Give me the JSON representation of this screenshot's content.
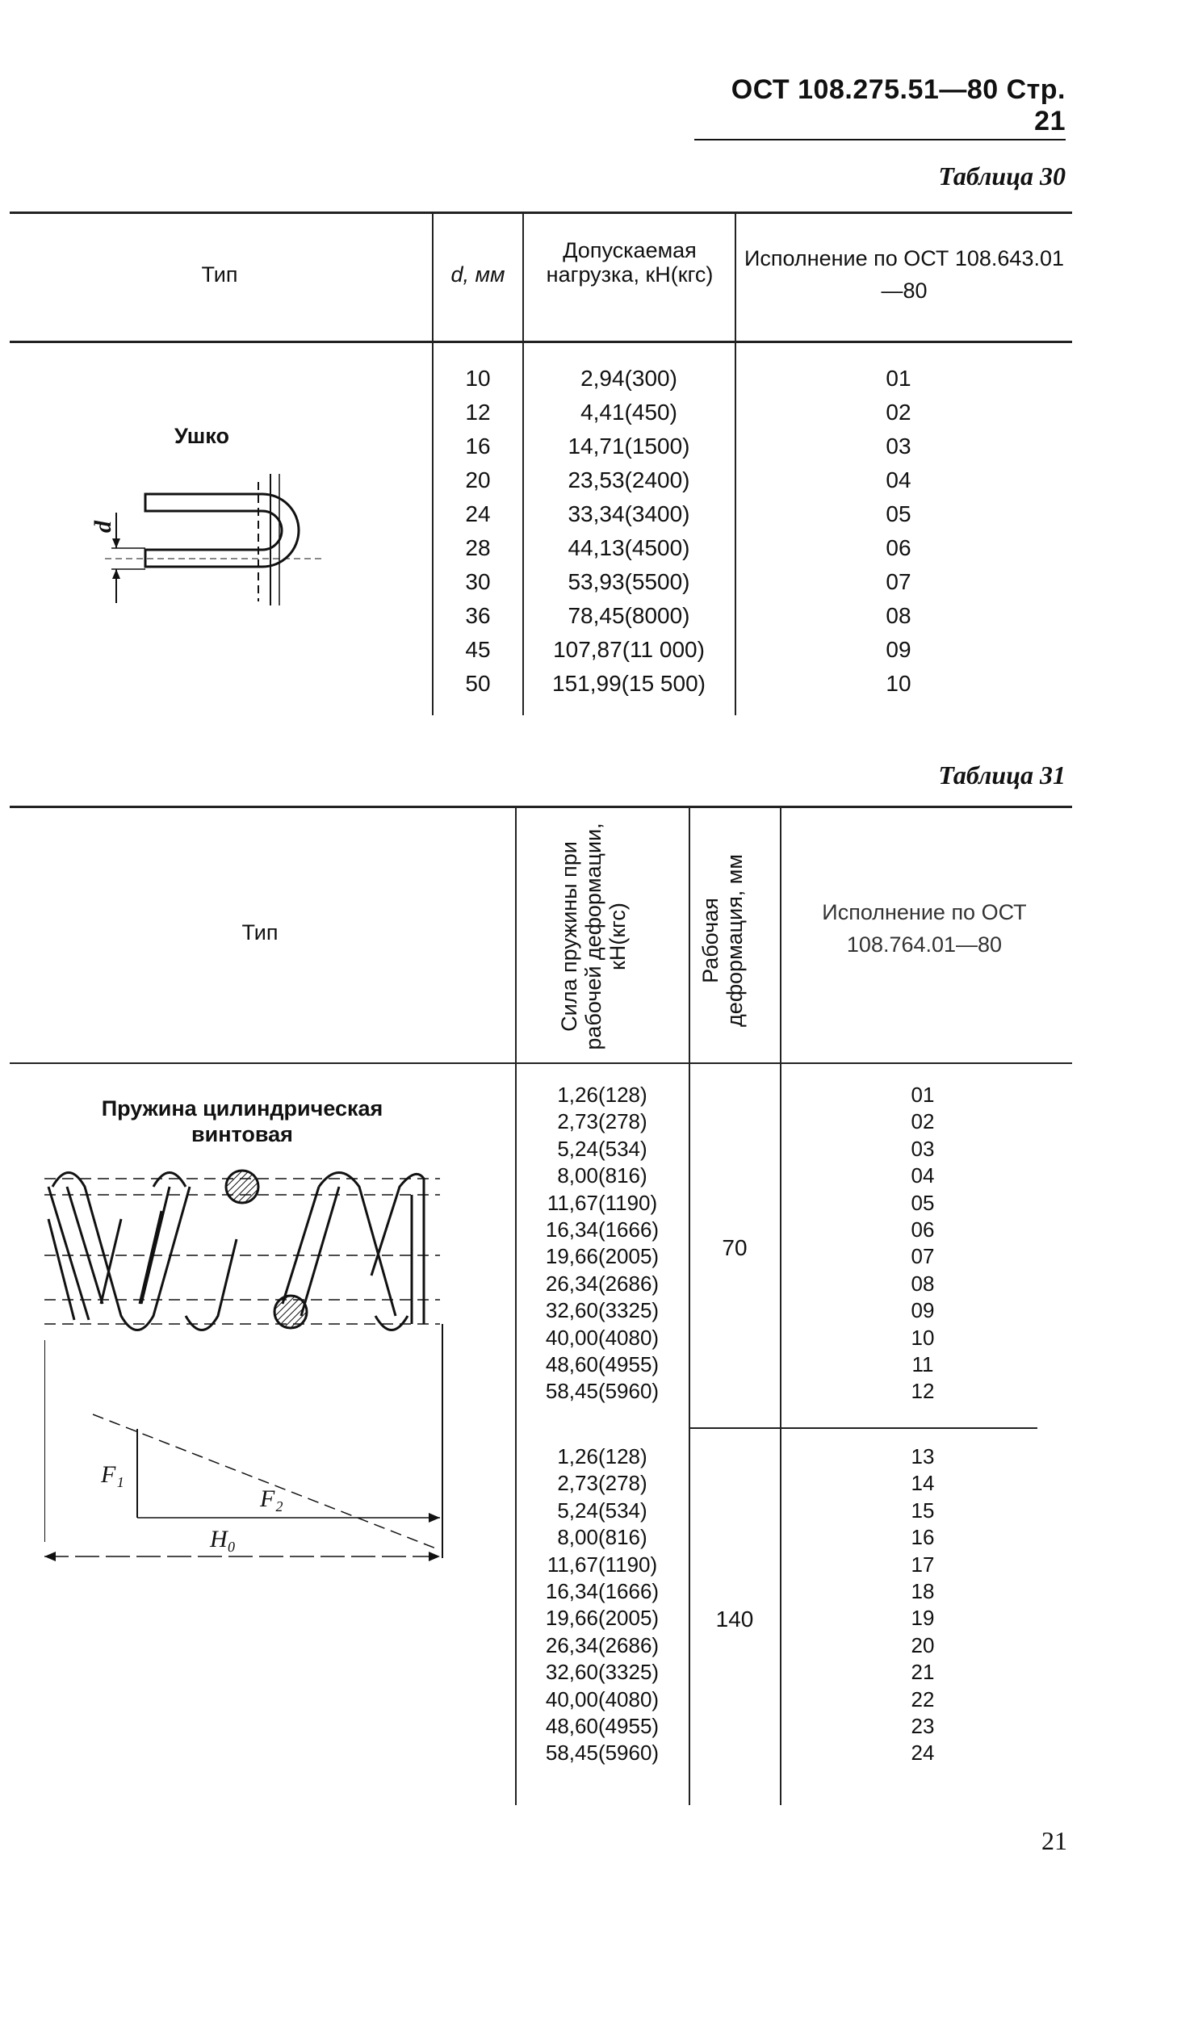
{
  "header": {
    "doc_ref": "ОСТ 108.275.51—80  Стр. 21"
  },
  "table30": {
    "caption": "Таблица 30",
    "head": {
      "type": "Тип",
      "d": "d, мм",
      "load": "Допускаемая нагрузка, кН(кгс)",
      "version": "Исполнение по ОСТ 108.643.01—80"
    },
    "type_label": "Ушко",
    "diagram_label": "d",
    "rows": [
      {
        "d": "10",
        "load": "2,94(300)",
        "ver": "01"
      },
      {
        "d": "12",
        "load": "4,41(450)",
        "ver": "02"
      },
      {
        "d": "16",
        "load": "14,71(1500)",
        "ver": "03"
      },
      {
        "d": "20",
        "load": "23,53(2400)",
        "ver": "04"
      },
      {
        "d": "24",
        "load": "33,34(3400)",
        "ver": "05"
      },
      {
        "d": "28",
        "load": "44,13(4500)",
        "ver": "06"
      },
      {
        "d": "30",
        "load": "53,93(5500)",
        "ver": "07"
      },
      {
        "d": "36",
        "load": "78,45(8000)",
        "ver": "08"
      },
      {
        "d": "45",
        "load": "107,87(11 000)",
        "ver": "09"
      },
      {
        "d": "50",
        "load": "151,99(15 500)",
        "ver": "10"
      }
    ]
  },
  "table31": {
    "caption": "Таблица 31",
    "head": {
      "type": "Тип",
      "force": "Сила пружины при рабочей деформации, кН(кгс)",
      "deform": "Рабочая деформация, мм",
      "version": "Исполнение по ОСТ 108.764.01—80"
    },
    "type_label": "Пружина цилиндрическая винтовая",
    "diagram_labels": {
      "f1": "F₁",
      "f2": "F₂",
      "h0": "H₀"
    },
    "groups": [
      {
        "deform": "70",
        "forces": [
          "1,26(128)",
          "2,73(278)",
          "5,24(534)",
          "8,00(816)",
          "11,67(1190)",
          "16,34(1666)",
          "19,66(2005)",
          "26,34(2686)",
          "32,60(3325)",
          "40,00(4080)",
          "48,60(4955)",
          "58,45(5960)"
        ],
        "versions": [
          "01",
          "02",
          "03",
          "04",
          "05",
          "06",
          "07",
          "08",
          "09",
          "10",
          "11",
          "12"
        ]
      },
      {
        "deform": "140",
        "forces": [
          "1,26(128)",
          "2,73(278)",
          "5,24(534)",
          "8,00(816)",
          "11,67(1190)",
          "16,34(1666)",
          "19,66(2005)",
          "26,34(2686)",
          "32,60(3325)",
          "40,00(4080)",
          "48,60(4955)",
          "58,45(5960)"
        ],
        "versions": [
          "13",
          "14",
          "15",
          "16",
          "17",
          "18",
          "19",
          "20",
          "21",
          "22",
          "23",
          "24"
        ]
      }
    ]
  },
  "footer": {
    "page_number": "21"
  }
}
